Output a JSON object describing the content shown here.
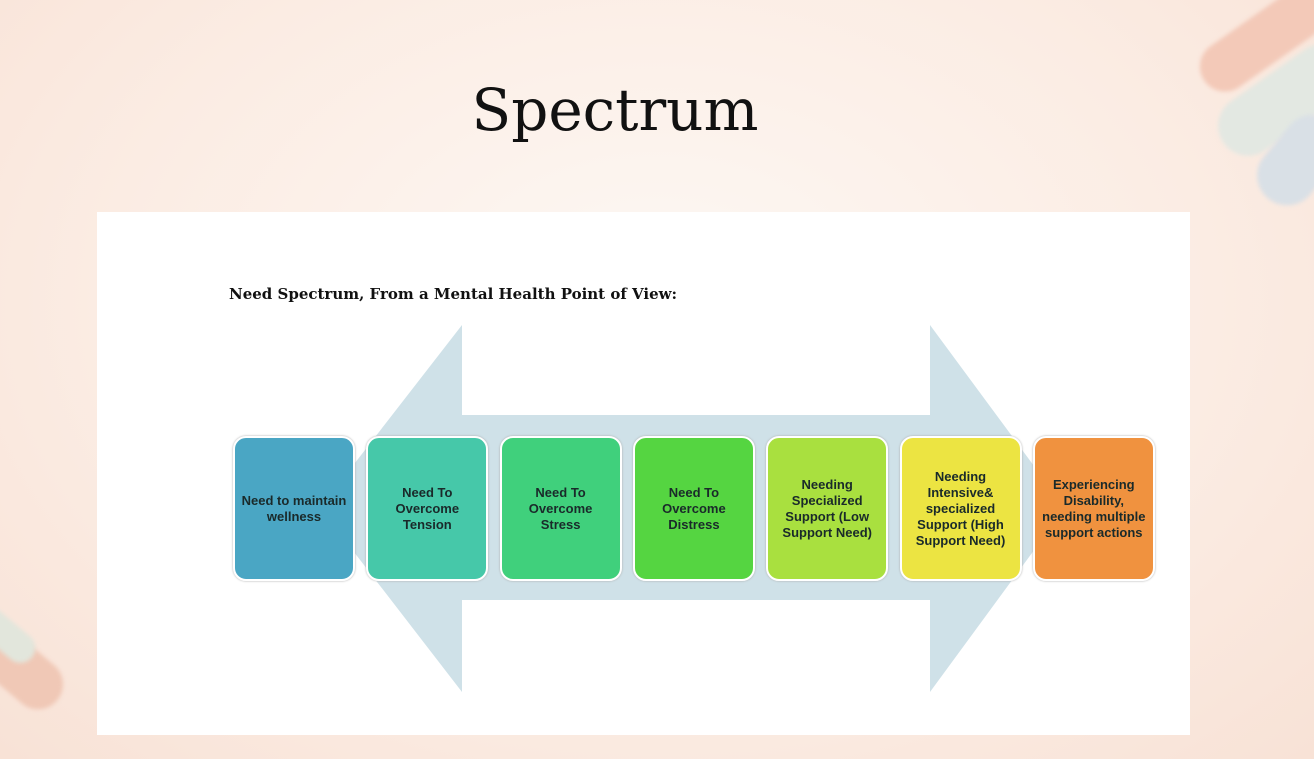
{
  "title": "Spectrum",
  "subtitle": "Need Spectrum, From a Mental Health Point of View:",
  "boxes": [
    {
      "label": "Need to maintain wellness",
      "color": "#4aa6c4"
    },
    {
      "label": "Need To Overcome Tension",
      "color": "#46c8a9"
    },
    {
      "label": "Need To Overcome Stress",
      "color": "#40d07c"
    },
    {
      "label": "Need To Overcome Distress",
      "color": "#55d541"
    },
    {
      "label": "Needing Specialized Support (Low Support Need)",
      "color": "#a9e03f"
    },
    {
      "label": "Needing Intensive& specialized Support (High Support Need)",
      "color": "#ece442"
    },
    {
      "label": "Experiencing Disability, needing multiple support actions",
      "color": "#f0923f"
    }
  ],
  "arrow_color": "#cfe1e8"
}
